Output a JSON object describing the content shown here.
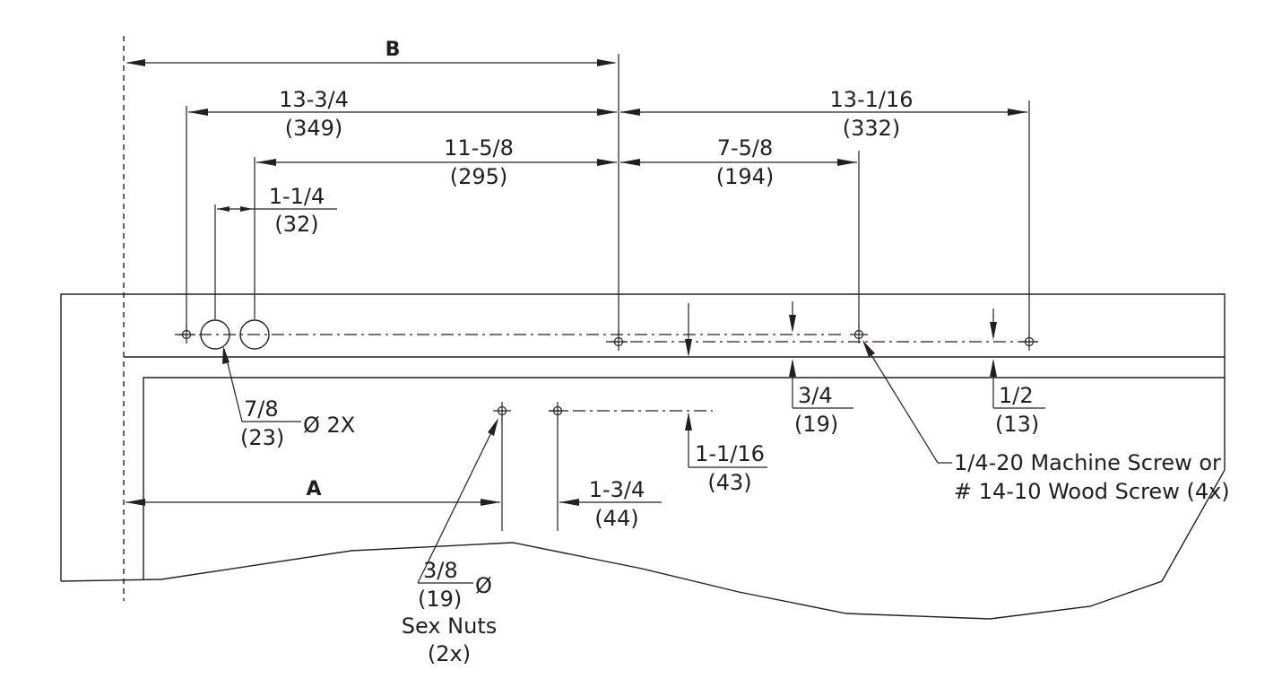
{
  "labels": {
    "b": "B",
    "a": "A",
    "d1_in": "13-3/4",
    "d1_mm": "(349)",
    "d2_in": "13-1/16",
    "d2_mm": "(332)",
    "d3_in": "11-5/8",
    "d3_mm": "(295)",
    "d4_in": "7-5/8",
    "d4_mm": "(194)",
    "d5_in": "1-1/4",
    "d5_mm": "(32)",
    "hole_in": "7/8",
    "hole_mm": "(23)",
    "hole_suffix": "Ø 2X",
    "d6_in": "3/4",
    "d6_mm": "(19)",
    "d7_in": "1/2",
    "d7_mm": "(13)",
    "d8_in": "1-1/16",
    "d8_mm": "(43)",
    "d9_in": "1-3/4",
    "d9_mm": "(44)",
    "stud_in": "3/8",
    "stud_mm": "(19)",
    "stud_suffix": "Ø",
    "stud_note1": "Sex Nuts",
    "stud_note2": "(2x)",
    "screw_note1": "1/4-20 Machine Screw or",
    "screw_note2": "# 14-10 Wood Screw (4x)"
  }
}
